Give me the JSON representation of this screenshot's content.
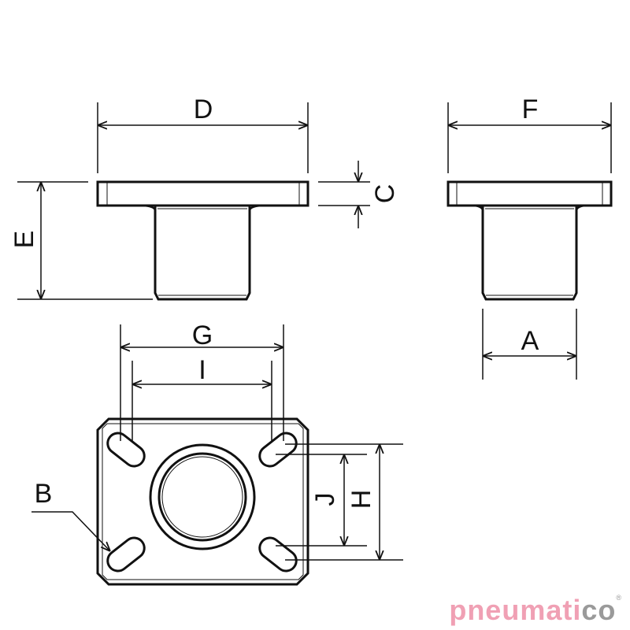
{
  "labels": {
    "D": "D",
    "F": "F",
    "C": "C",
    "E": "E",
    "A": "A",
    "G": "G",
    "I": "I",
    "B": "B",
    "J": "J",
    "H": "H"
  },
  "brand": {
    "part1": "pneumati",
    "part2": "co",
    "reg": "®"
  },
  "colors": {
    "line": "#111111",
    "brand_pink": "#f0a0b4",
    "brand_grey": "#9a9a9a"
  }
}
